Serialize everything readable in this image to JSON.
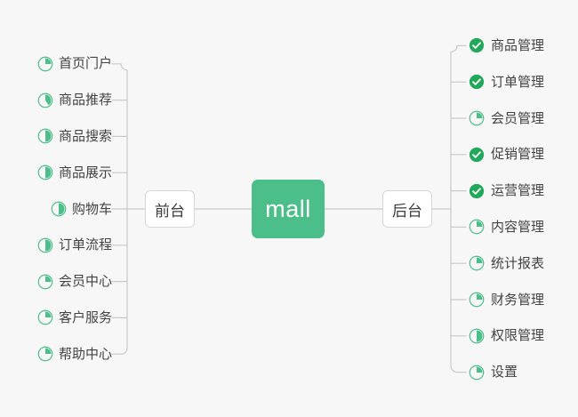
{
  "diagram": {
    "type": "mind-map",
    "title": "mall",
    "background_color": "#f7f7f7",
    "accent_color": "#4cbe8a",
    "done_color": "#22a85b",
    "text_color": "#434343",
    "line_color": "#c9c9c9"
  },
  "root": {
    "label": "mall"
  },
  "branches": [
    {
      "id": "frontend",
      "label": "前台",
      "side": "left",
      "items": [
        {
          "label": "首页门户",
          "icon": "pie-progress-icon",
          "progress": 25,
          "status": "in-progress"
        },
        {
          "label": "商品推荐",
          "icon": "pie-progress-icon",
          "progress": 40,
          "status": "in-progress"
        },
        {
          "label": "商品搜索",
          "icon": "pie-progress-icon",
          "progress": 50,
          "status": "in-progress"
        },
        {
          "label": "商品展示",
          "icon": "pie-progress-icon",
          "progress": 50,
          "status": "in-progress"
        },
        {
          "label": "购物车",
          "icon": "pie-progress-icon",
          "progress": 50,
          "status": "in-progress"
        },
        {
          "label": "订单流程",
          "icon": "pie-progress-icon",
          "progress": 50,
          "status": "in-progress"
        },
        {
          "label": "会员中心",
          "icon": "pie-progress-icon",
          "progress": 25,
          "status": "in-progress"
        },
        {
          "label": "客户服务",
          "icon": "pie-progress-icon",
          "progress": 25,
          "status": "in-progress"
        },
        {
          "label": "帮助中心",
          "icon": "pie-progress-icon",
          "progress": 25,
          "status": "in-progress"
        }
      ]
    },
    {
      "id": "backend",
      "label": "后台",
      "side": "right",
      "items": [
        {
          "label": "商品管理",
          "icon": "check-circle-icon",
          "progress": 100,
          "status": "done"
        },
        {
          "label": "订单管理",
          "icon": "check-circle-icon",
          "progress": 100,
          "status": "done"
        },
        {
          "label": "会员管理",
          "icon": "pie-progress-icon",
          "progress": 25,
          "status": "in-progress"
        },
        {
          "label": "促销管理",
          "icon": "check-circle-icon",
          "progress": 100,
          "status": "done"
        },
        {
          "label": "运营管理",
          "icon": "check-circle-icon",
          "progress": 100,
          "status": "done"
        },
        {
          "label": "内容管理",
          "icon": "pie-progress-icon",
          "progress": 25,
          "status": "in-progress"
        },
        {
          "label": "统计报表",
          "icon": "pie-progress-icon",
          "progress": 25,
          "status": "in-progress"
        },
        {
          "label": "财务管理",
          "icon": "pie-progress-icon",
          "progress": 25,
          "status": "in-progress"
        },
        {
          "label": "权限管理",
          "icon": "pie-progress-icon",
          "progress": 50,
          "status": "in-progress"
        },
        {
          "label": "设置",
          "icon": "pie-progress-icon",
          "progress": 25,
          "status": "in-progress"
        }
      ]
    }
  ]
}
